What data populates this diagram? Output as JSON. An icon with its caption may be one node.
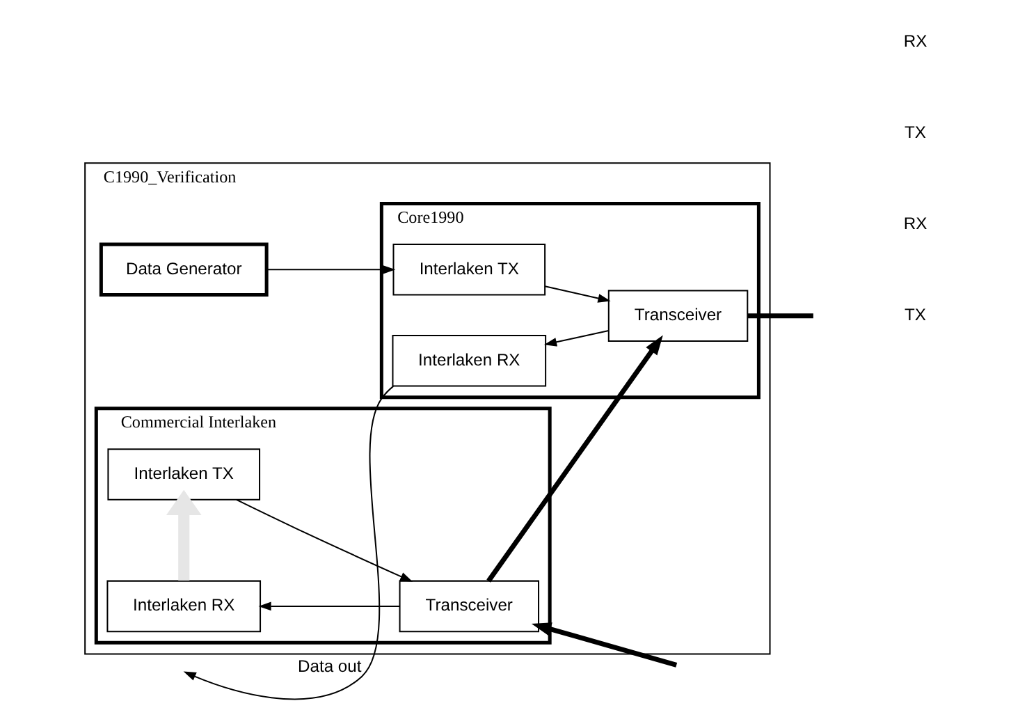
{
  "diagram": {
    "nodes": [
      {
        "text": [
          "C1990_Verification"
        ]
      },
      {
        "text": [
          "Data Generator"
        ],
        "in": 0
      },
      {
        "text": [
          "Core1990"
        ],
        "in": 0
      },
      {
        "text": [
          "Interlaken TX"
        ],
        "in": 2
      },
      {
        "text": [
          "Interlaken RX"
        ],
        "in": 2
      },
      {
        "text": [
          "Transceiver"
        ],
        "in": 2
      },
      {
        "text": [
          "Commercial Interlaken"
        ],
        "in": 0
      },
      {
        "text": [
          "Interlaken TX"
        ],
        "in": 6
      },
      {
        "text": [
          "Interlaken RX"
        ],
        "in": 6
      },
      {
        "text": [
          "Transceiver"
        ],
        "in": 6
      }
    ],
    "edges": [
      {
        "from": 1,
        "to": 3,
        "arrow": "to"
      },
      {
        "from": 3,
        "to": 5,
        "arrow": "to"
      },
      {
        "from": 5,
        "to": 4,
        "arrow": "to"
      },
      {
        "from": 4,
        "to": null,
        "arrow": "to",
        "label": "Data out"
      },
      {
        "from": 5,
        "to": null,
        "arrow": "none",
        "style": "thick"
      },
      {
        "from": 9,
        "to": 5,
        "arrow": "to",
        "style": "thick"
      },
      {
        "from": null,
        "to": 9,
        "arrow": "to",
        "style": "thick"
      },
      {
        "from": 7,
        "to": 9,
        "arrow": "to"
      },
      {
        "from": 9,
        "to": 8,
        "arrow": "to"
      },
      {
        "from": 8,
        "to": 7,
        "arrow": "to",
        "style": "thick",
        "color": "#e6e6e6"
      }
    ],
    "labels": [
      "TX",
      "RX",
      "TX",
      "RX"
    ]
  }
}
